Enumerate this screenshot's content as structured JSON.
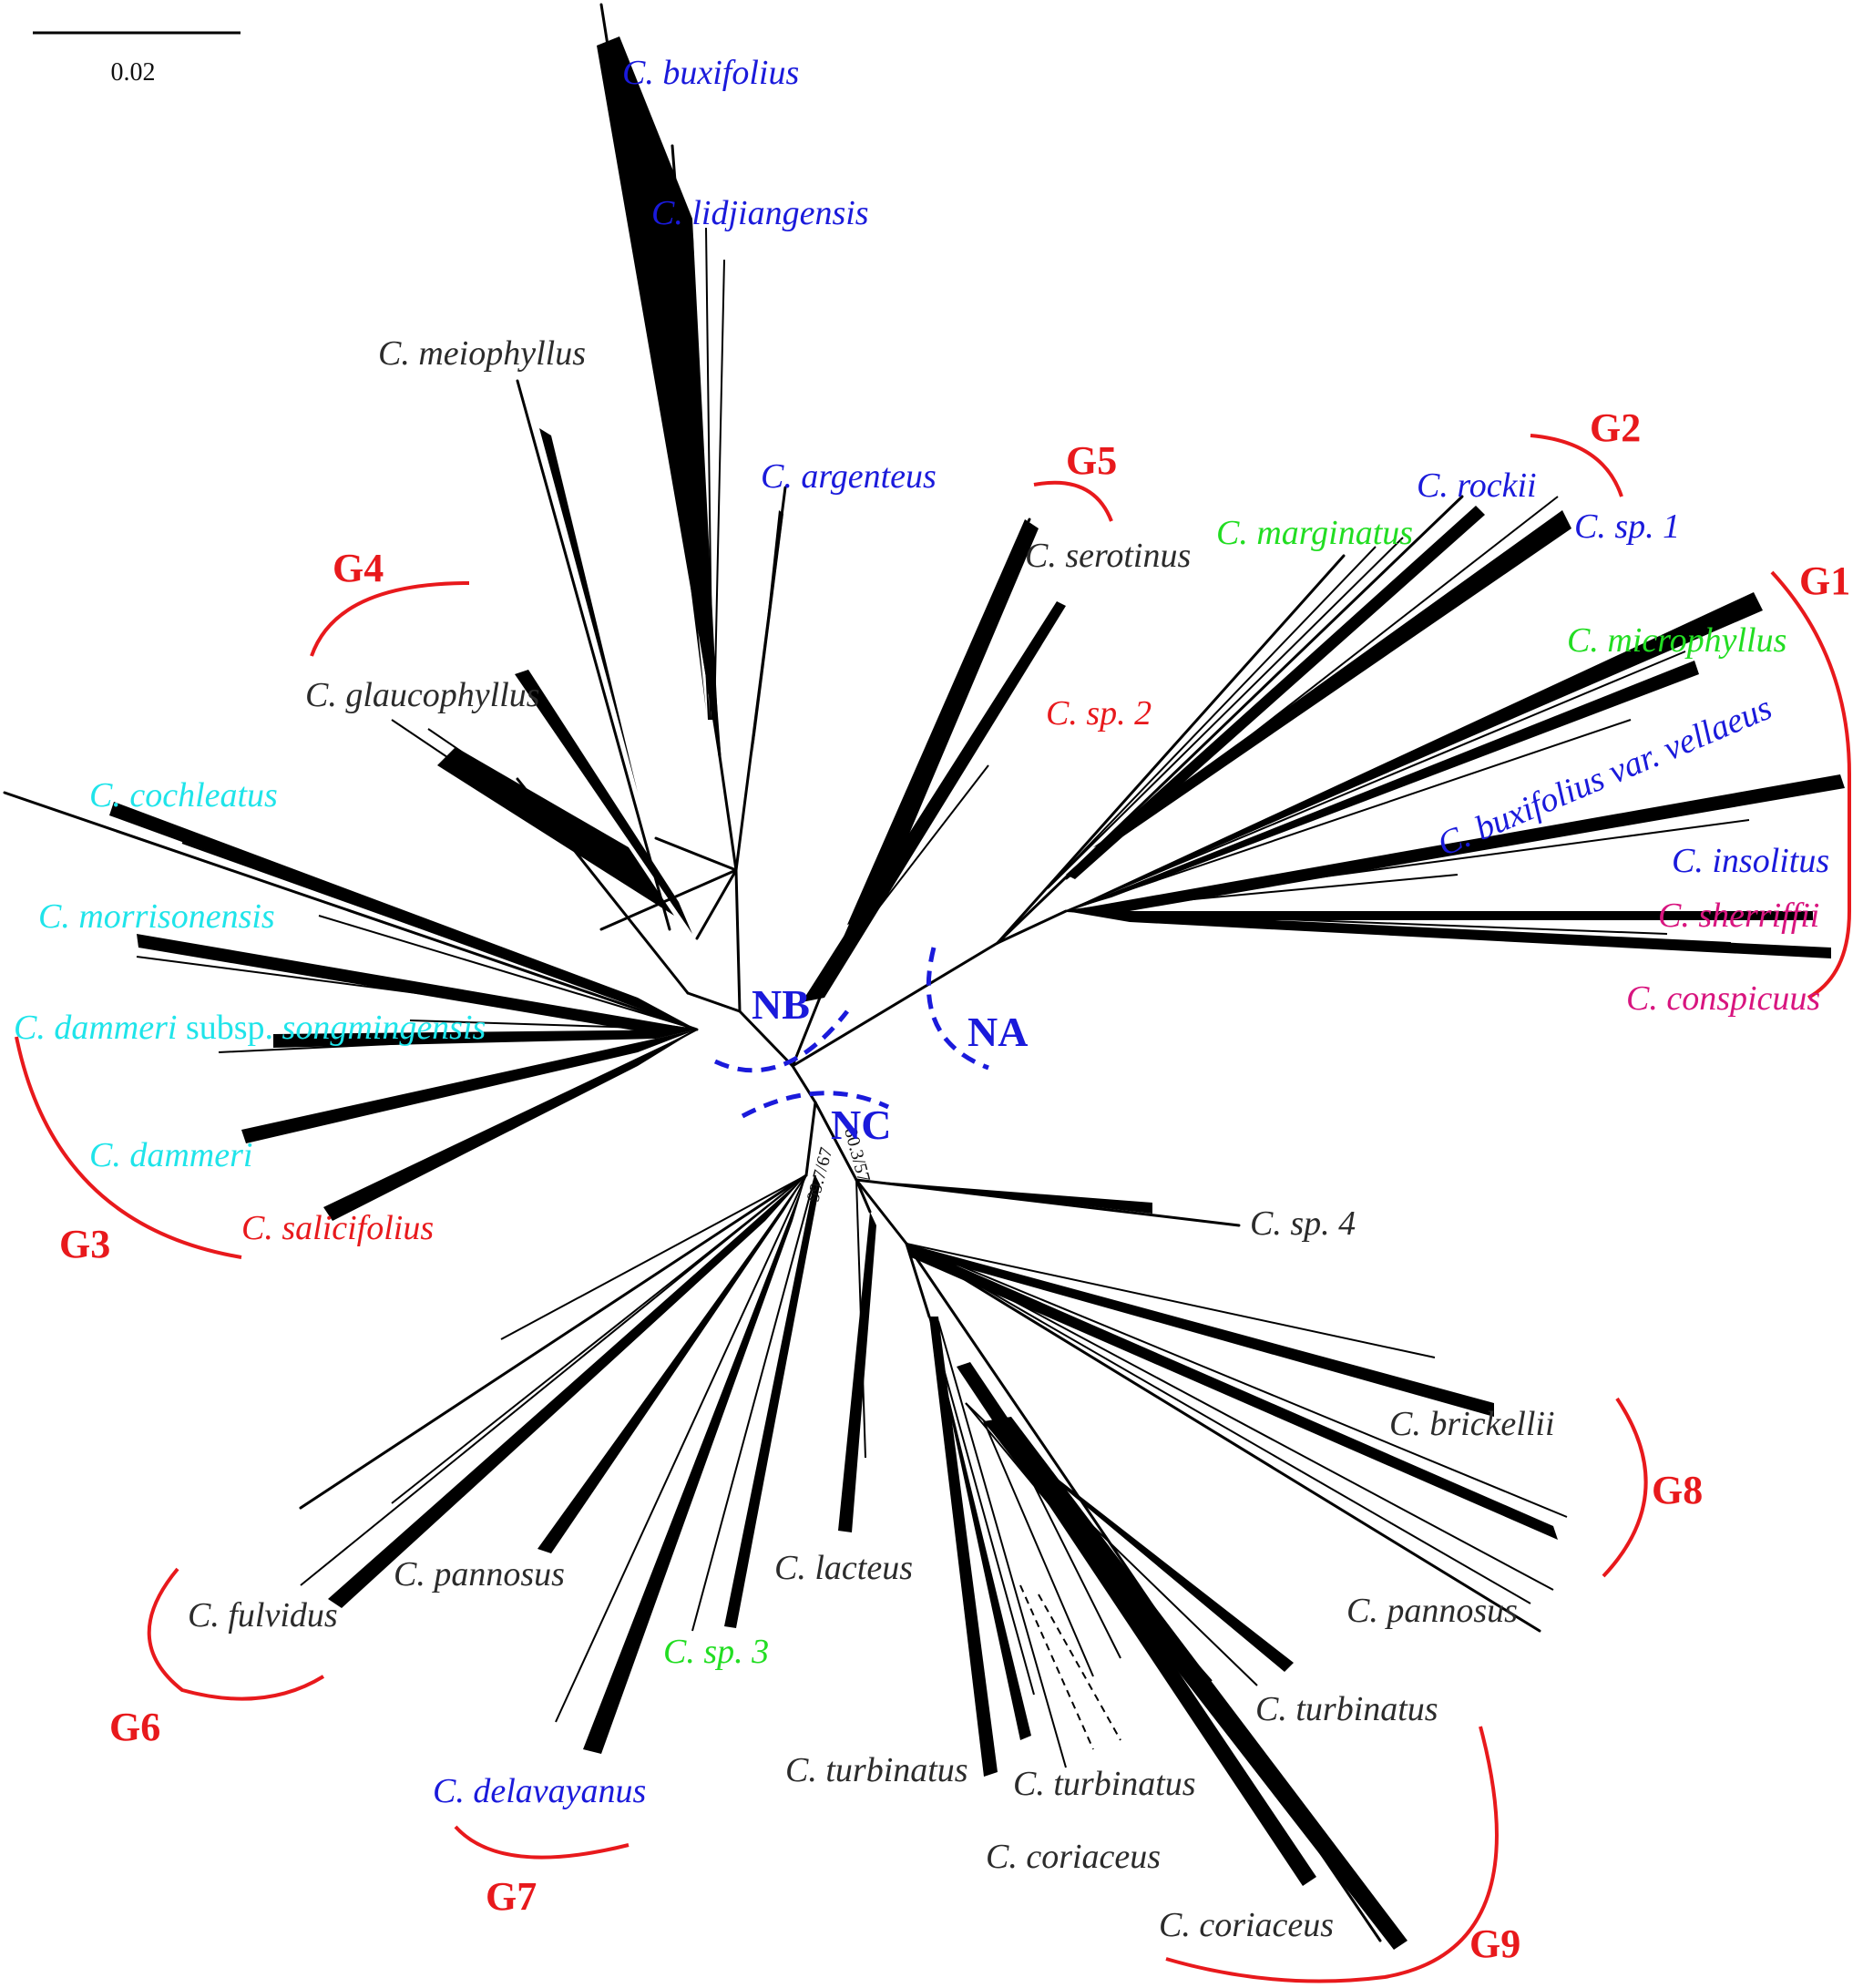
{
  "scale_bar": {
    "label": "0.02"
  },
  "taxa": {
    "buxifolius": "C. buxifolius",
    "lidjiangensis": "C. lidjiangensis",
    "meiophyllus": "C. meiophyllus",
    "argenteus": "C. argenteus",
    "serotinus": "C. serotinus",
    "sp2": "C. sp. 2",
    "marginatus": "C. marginatus",
    "rockii": "C. rockii",
    "sp1": "C. sp. 1",
    "microphyllus": "C. microphyllus",
    "buxifolius_vellaeus": "C. buxifolius var. vellaeus",
    "insolitus": "C. insolitus",
    "sherriffii": "C. sherriffii",
    "conspicuus": "C. conspicuus",
    "glaucophyllus": "C. glaucophyllus",
    "cochleatus": "C. cochleatus",
    "morrisonensis": "C. morrisonensis",
    "dammeri_sub_a": "C. dammeri",
    "dammeri_sub_b": " subsp. ",
    "dammeri_sub_c": "songmingensis",
    "dammeri": "C. dammeri",
    "salicifolius": "C. salicifolius",
    "sp4": "C. sp. 4",
    "brickellii": "C. brickellii",
    "pannosus_right": "C. pannosus",
    "turbinatus_right": "C. turbinatus",
    "coriaceus_bottom": "C. coriaceus",
    "coriaceus_mid": "C. coriaceus",
    "turbinatus_mid": "C. turbinatus",
    "turbinatus_left": "C. turbinatus",
    "lacteus": "C. lacteus",
    "sp3": "C. sp. 3",
    "pannosus_left": "C. pannosus",
    "fulvidus": "C. fulvidus",
    "delavayanus": "C. delavayanus"
  },
  "groups": {
    "g1": "G1",
    "g2": "G2",
    "g3": "G3",
    "g4": "G4",
    "g5": "G5",
    "g6": "G6",
    "g7": "G7",
    "g8": "G8",
    "g9": "G9"
  },
  "nodes": {
    "na": "NA",
    "nb": "NB",
    "nc": "NC"
  },
  "support_values": {
    "left": "99.7/67",
    "right": "80.3/57"
  },
  "colors": {
    "dark": "#2b2b2b",
    "blue": "#1a1adb",
    "cyan": "#1fe4ea",
    "green": "#22dd22",
    "red": "#e8191c",
    "magenta": "#d8157f"
  }
}
